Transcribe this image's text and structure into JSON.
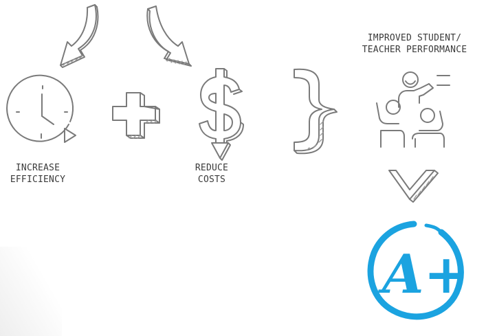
{
  "labels": {
    "efficiency": [
      "INCREASE",
      "EFFICIENCY"
    ],
    "costs": [
      "REDUCE",
      "COSTS"
    ],
    "performance": [
      "IMPROVED STUDENT/",
      "TEACHER PERFORMANCE"
    ]
  },
  "grade": {
    "text": "A+",
    "color": "#1ba3e0"
  },
  "icons": [
    "curved-arrow-left-icon",
    "curved-arrow-right-icon",
    "clock-icon",
    "plus-icon",
    "dollar-icon",
    "brace-icon",
    "classroom-icon",
    "chevron-down-icon",
    "grade-badge-icon"
  ],
  "colors": {
    "sketch_line": "#7a7a7a",
    "text": "#3a3a3a",
    "accent": "#1ba3e0"
  }
}
